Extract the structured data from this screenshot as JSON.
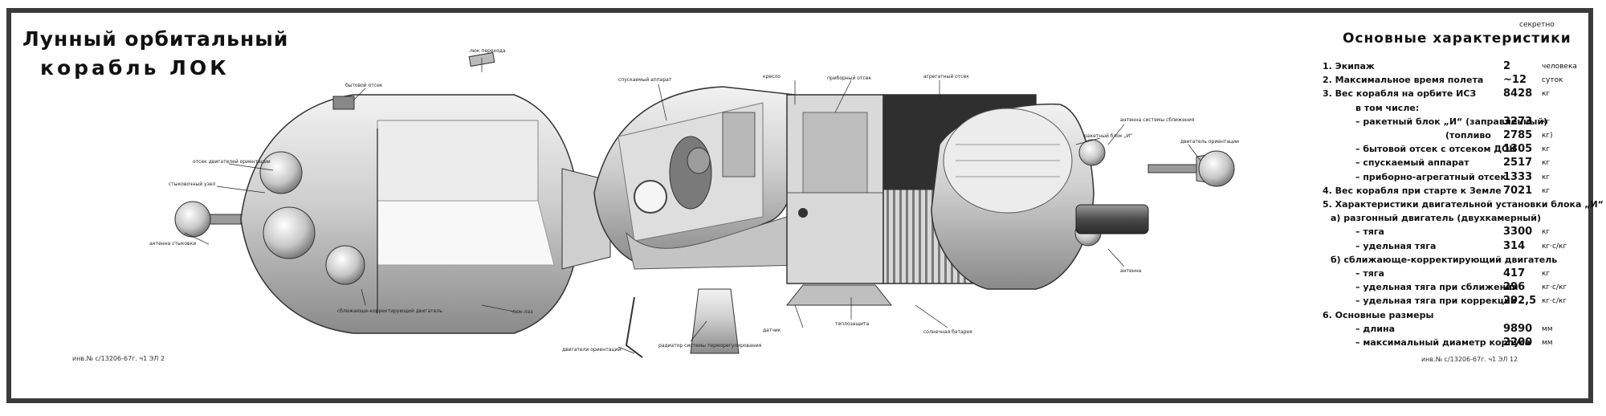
{
  "title": {
    "line1": "Лунный орбитальный",
    "line2": "корабль ЛОК"
  },
  "secret": "секретно",
  "specs": {
    "title": "Основные характеристики",
    "rows": [
      {
        "label": "1. Экипаж",
        "value": "2",
        "unit": "человека"
      },
      {
        "label": "2. Максимальное время полета",
        "value": "~12",
        "unit": "суток"
      },
      {
        "label": "3. Вес корабля на орбите ИСЗ",
        "value": "8428",
        "unit": "кг"
      },
      {
        "label": "в том числе:",
        "value": "",
        "unit": ""
      },
      {
        "label": "– ракетный блок „И“ (заправленный)",
        "value": "3273",
        "unit": "кг"
      },
      {
        "label": "(топливо",
        "value": "2785",
        "unit": "кг)"
      },
      {
        "label": "– бытовой отсек с отсеком ДОК",
        "value": "1305",
        "unit": "кг"
      },
      {
        "label": "– спускаемый аппарат",
        "value": "2517",
        "unit": "кг"
      },
      {
        "label": "– приборно-агрегатный отсек",
        "value": "1333",
        "unit": "кг"
      },
      {
        "label": "4. Вес корабля при старте к Земле",
        "value": "7021",
        "unit": "кг"
      },
      {
        "label": "5. Характеристики двигательной установки блока „И“",
        "value": "",
        "unit": ""
      },
      {
        "label": "а) разгонный двигатель (двухкамерный)",
        "value": "",
        "unit": ""
      },
      {
        "label": "– тяга",
        "value": "3300",
        "unit": "кг"
      },
      {
        "label": "– удельная тяга",
        "value": "314",
        "unit": "кг·с/кг"
      },
      {
        "label": "б) сближающе-корректирующий двигатель",
        "value": "",
        "unit": ""
      },
      {
        "label": "– тяга",
        "value": "417",
        "unit": "кг"
      },
      {
        "label": "– удельная тяга при сближении",
        "value": "296",
        "unit": "кг·с/кг"
      },
      {
        "label": "– удельная тяга при коррекции",
        "value": "292,5",
        "unit": "кг·с/кг"
      },
      {
        "label": "6. Основные размеры",
        "value": "",
        "unit": ""
      },
      {
        "label": "– длина",
        "value": "9890",
        "unit": "мм"
      },
      {
        "label": "– максимальный диаметр корпуса",
        "value": "2200",
        "unit": "мм"
      }
    ]
  },
  "callouts": [
    "бытовой отсек",
    "люк перехода",
    "отсек двигателей ориентации",
    "стыковочный узел",
    "антенна стыковки",
    "люк-лаз",
    "спускаемый аппарат",
    "кресло",
    "приборный отсек",
    "агрегатный отсек",
    "ракетный блок „И“",
    "антенна системы сближения",
    "двигатель ориентации",
    "антенна",
    "солнечная батарея",
    "теплозащита",
    "датчик",
    "двигатели ориентации",
    "радиатор системы терморегулирования",
    "сближающе-корректирующий двигатель"
  ],
  "codes": {
    "left": "инв.№ с/13206-67г. ч1 ЭЛ 2",
    "right": "инв.№ с/13206-67г. ч1 ЭЛ 12"
  },
  "colors": {
    "frame": "#3a3a3a",
    "ink": "#111111",
    "hull_light": "#e4e4e4",
    "hull_dark": "#5a5a5a"
  }
}
